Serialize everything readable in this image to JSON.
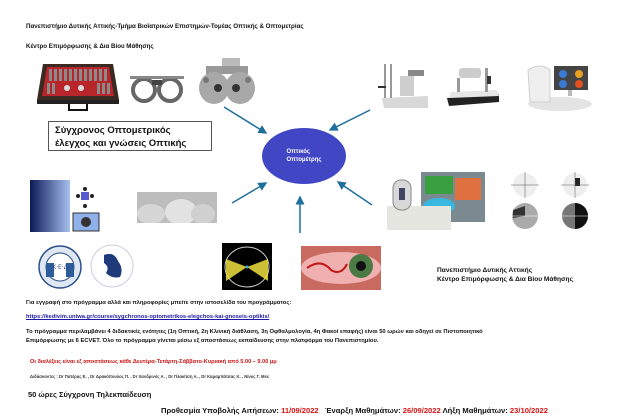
{
  "header": {
    "line1": "Πανεπιστήμιο Δυτικής Αττικής-Τμήμα Βιοϊατρικών Επιστημών-Τομέας Οπτικής & Οπτομετρίας",
    "line2": "Κέντρο Επιμόρφωσης & Δια Βίου Μάθησης"
  },
  "title_box": {
    "line1": "Σύγχρονος Οπτομετρικός",
    "line2": "έλεγχος και γνώσεις Οπτικής"
  },
  "center": {
    "line1": "Οπτικός",
    "line2": "Οπτομέτρης",
    "color": "#4146c4"
  },
  "images": [
    {
      "name": "trial-lens-case-image"
    },
    {
      "name": "trial-frame-image"
    },
    {
      "name": "phoropter-image"
    },
    {
      "name": "slit-lamp-image"
    },
    {
      "name": "keratometer-image"
    },
    {
      "name": "oct-device-image"
    },
    {
      "name": "contrast-sensitivity-image"
    },
    {
      "name": "contact-lenses-image"
    },
    {
      "name": "oct-scan-image"
    },
    {
      "name": "visual-field-plots-image"
    },
    {
      "name": "light-rays-diagram-image"
    },
    {
      "name": "red-eye-image"
    },
    {
      "name": "kedivim-logo"
    },
    {
      "name": "uniwa-logo"
    }
  ],
  "university_block": {
    "line1": "Πανεπιστήμιο Δυτικής Αττικής",
    "line2": "Κέντρο Επιμόρφωσης & Δια Βίου Μάθησης"
  },
  "registration": {
    "text": "Για εγγραφή στο πρόγραμμα αλλά και πληροφορίες μπείτε στην ιστοσελίδα του προγράμματος:",
    "url": "https://kedivim.uniwa.gr/course/sygchronos-optometrikos-elegchos-kai-gnoseis-optikis/"
  },
  "description": {
    "line1": "Το πρόγραμμα περιλαμβάνει 4 διδακτικές ενότητες (1η Οπτική, 2η Κλινική διάθλαση, 3η Οφθαλμολογία, 4η Φακοί επαφής) είναι 50 ωρών και οδηγεί σε Πιστοποιητικό",
    "line2": "Επιμόρφωσης με 6 ECVET. Όλο το πρόγραμμα γίνεται μέσω εξ αποστάσεως εκπαίδευσης στην πλατφόρμα του Πανεπιστημίου."
  },
  "lectures": "Οι διαλέξεις είναι εξ αποστάσεως κάθε Δευτέρα-Τετάρτη-Σάββατο-Κυριακή   από 5.00 – 9.00 μμ",
  "teachers": "Διδάσκοντες : Dr Πατέρας Ε. , Dr Δρακόπουλος Π. , Dr Χανδρινός Α. , Dr Πλακίτση Α. , Dr Καραμπάτσας Κ. , Νίνος Γ. Msc",
  "hours": "50 ώρες Σύγχρονη Τηλεκπαίδευση",
  "dates": {
    "deadline_label": "Προθεσμία Υποβολής Αιτήσεων:",
    "deadline_value": "11/09/2022",
    "start_label": "Έναρξη Μαθημάτων:",
    "start_value": "26/09/2022",
    "end_label": "Λήξη Μαθημάτων:",
    "end_value": "23/10/2022"
  },
  "colors": {
    "arrow": "#1f6e9c",
    "highlight_red": "#dd1111",
    "link_blue": "#1a1aa6"
  }
}
